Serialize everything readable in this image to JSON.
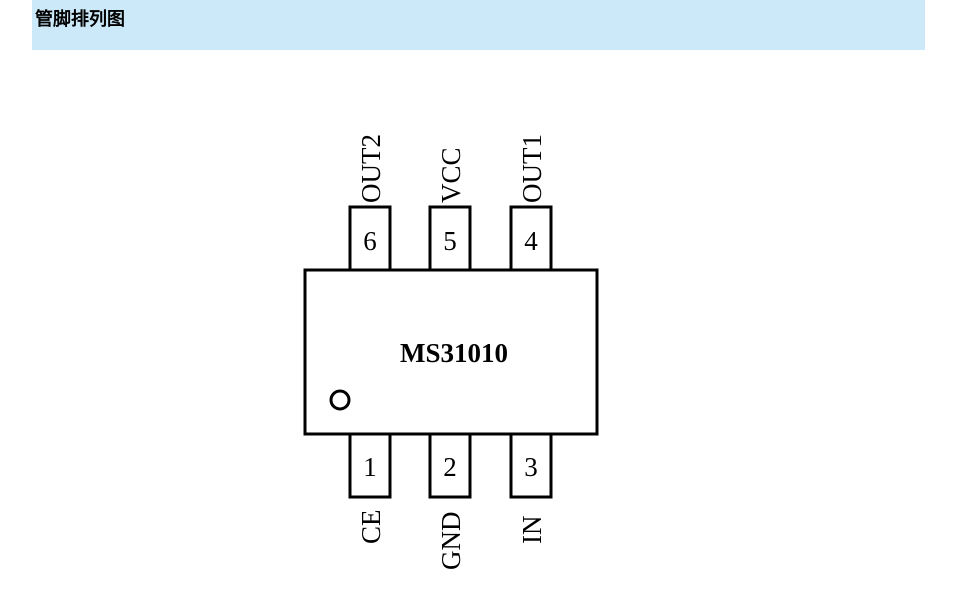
{
  "header": {
    "title": "管脚排列图"
  },
  "chip": {
    "part_number": "MS31010"
  },
  "pins": {
    "top": [
      {
        "number": "6",
        "name": "OUT2"
      },
      {
        "number": "5",
        "name": "VCC"
      },
      {
        "number": "4",
        "name": "OUT1"
      }
    ],
    "bottom": [
      {
        "number": "1",
        "name": "CE"
      },
      {
        "number": "2",
        "name": "GND"
      },
      {
        "number": "3",
        "name": "IN"
      }
    ]
  },
  "colors": {
    "header_bg": "#cce9f9",
    "stroke": "#000000"
  },
  "icons": {
    "pin1_marker": "circle-icon"
  }
}
